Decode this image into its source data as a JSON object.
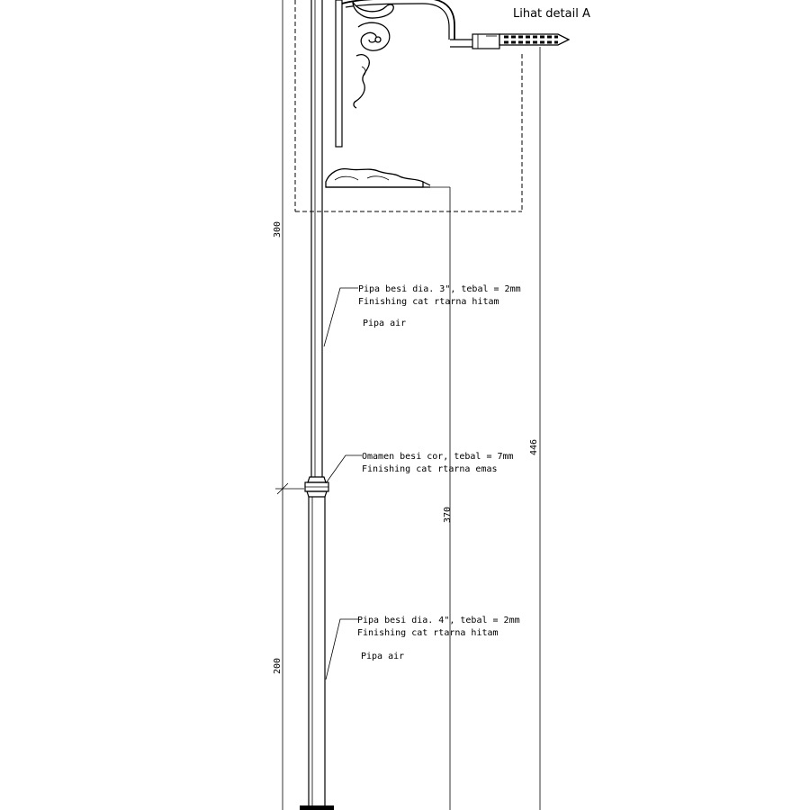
{
  "title": {
    "detail_ref": "Lihat detail A"
  },
  "dimensions": {
    "upper_pole": "300",
    "lower_pole": "200",
    "mid_height": "370",
    "total_height": "446"
  },
  "notes": {
    "upper_pipe": {
      "line1": "Pipa besi dia. 3\", tebal = 2mm",
      "line2": "Finishing cat rtarna hitam",
      "line3": "Pipa air"
    },
    "ornament": {
      "line1": "Omamen besi cor, tebal = 7mm",
      "line2": "Finishing cat rtarna emas"
    },
    "lower_pipe": {
      "line1": "Pipa besi dia. 4\", tebal = 2mm",
      "line2": "Finishing cat rtarna hitam",
      "line3": "Pipa air"
    }
  }
}
